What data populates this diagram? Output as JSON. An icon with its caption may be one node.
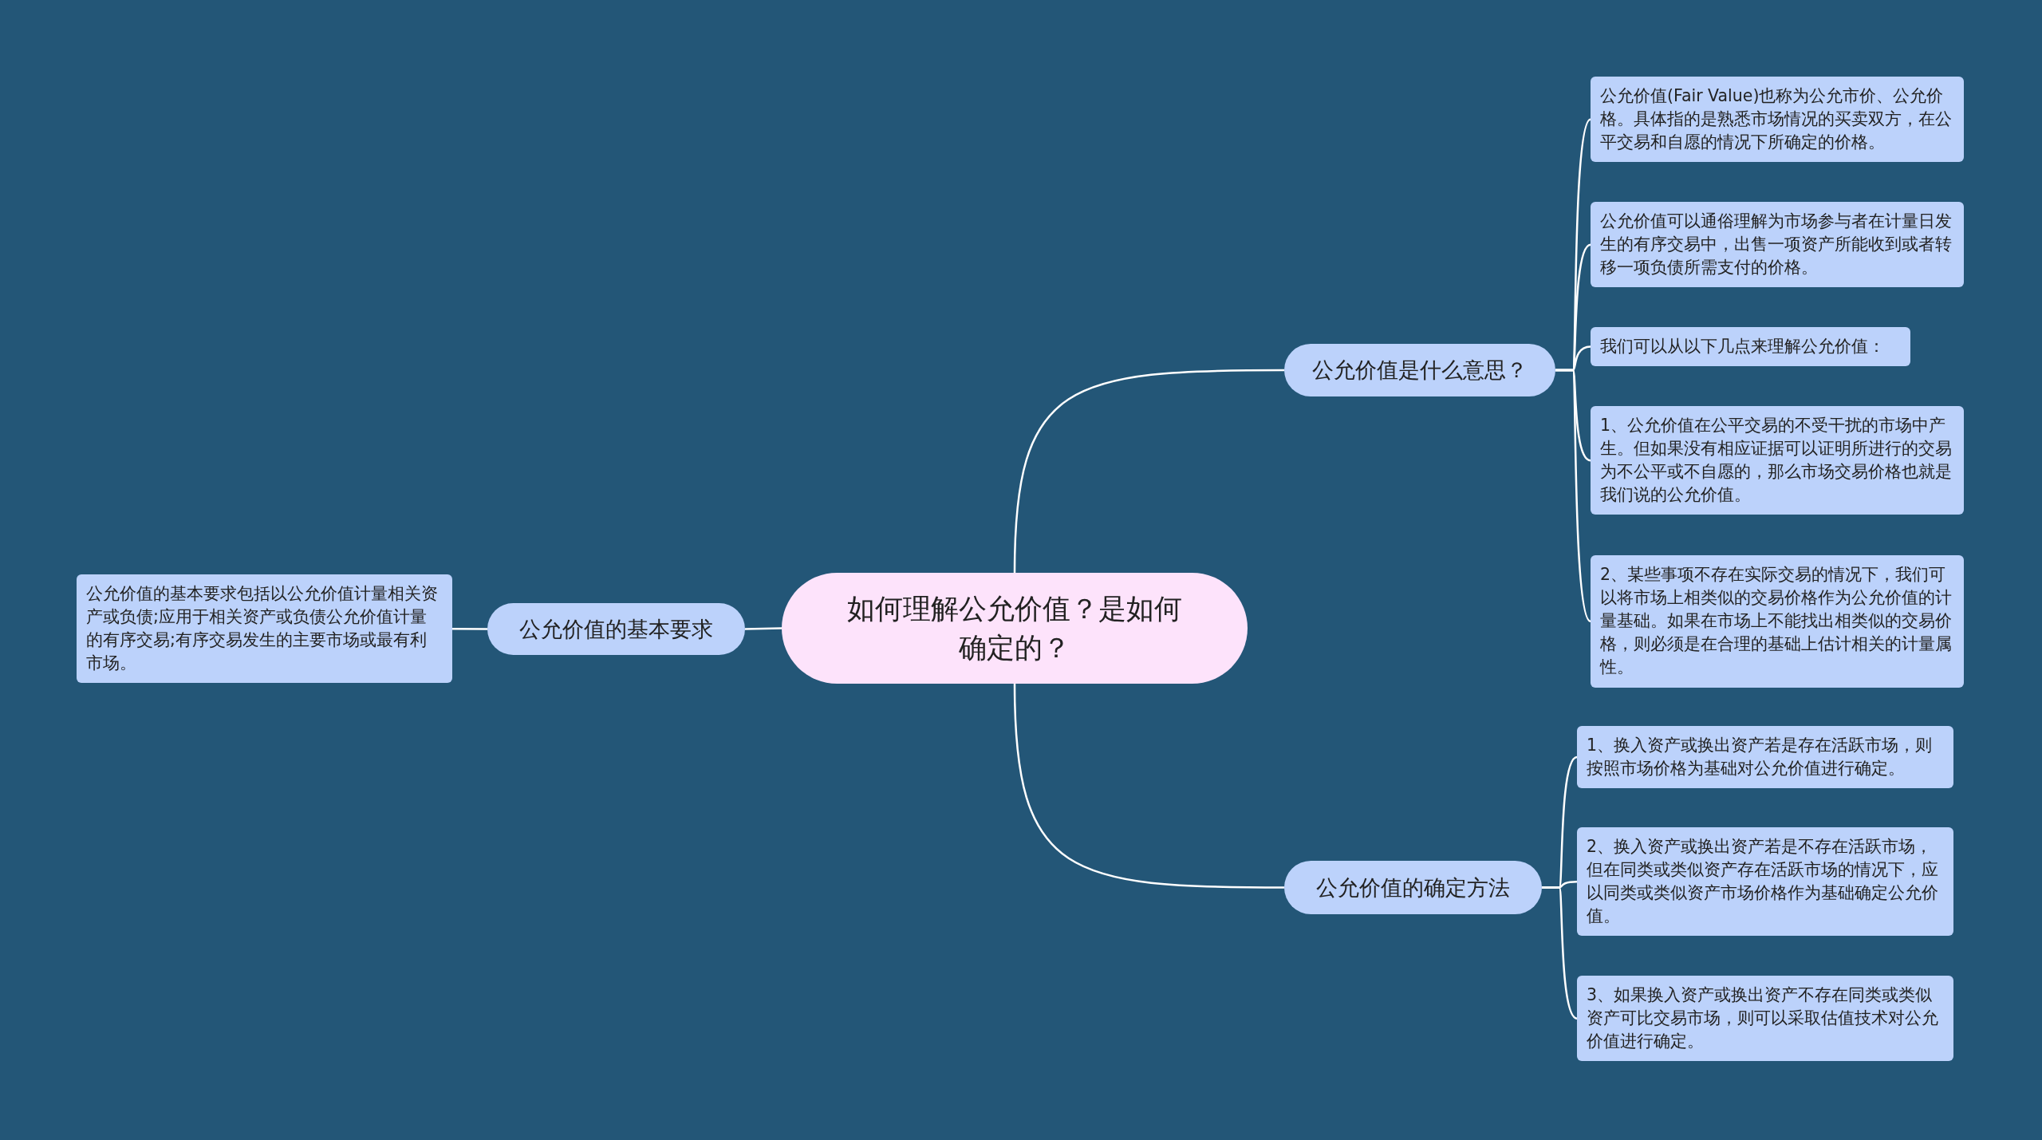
{
  "diagram": {
    "nodes": [
      {
        "text": [
          "如何理解公允价值？是如何确定的？"
        ]
      },
      {
        "text": [
          "公允价值是什么意思？"
        ]
      },
      {
        "text": [
          "公允价值(Fair Value)也称为公允市价、公允价格。具体指的是熟悉市场情况的买卖双方，在公平交易和自愿的情况下所确定的价格。"
        ]
      },
      {
        "text": [
          "公允价值可以通俗理解为市场参与者在计量日发生的有序交易中，出售一项资产所能收到或者转移一项负债所需支付的价格。"
        ]
      },
      {
        "text": [
          "我们可以从以下几点来理解公允价值："
        ]
      },
      {
        "text": [
          "1、公允价值在公平交易的不受干扰的市场中产生。但如果没有相应证据可以证明所进行的交易为不公平或不自愿的，那么市场交易价格也就是我们说的公允价值。"
        ]
      },
      {
        "text": [
          "2、某些事项不存在实际交易的情况下，我们可以将市场上相类似的交易价格作为公允价值的计量基础。如果在市场上不能找出相类似的交易价格，则必须是在合理的基础上估计相关的计量属性。"
        ]
      },
      {
        "text": [
          "公允价值的确定方法"
        ]
      },
      {
        "text": [
          "1、换入资产或换出资产若是存在活跃市场，则按照市场价格为基础对公允价值进行确定。"
        ]
      },
      {
        "text": [
          "2、换入资产或换出资产若是不存在活跃市场，但在同类或类似资产存在活跃市场的情况下，应以同类或类似资产市场价格作为基础确定公允价值。"
        ]
      },
      {
        "text": [
          "3、如果换入资产或换出资产不存在同类或类似资产可比交易市场，则可以采取估值技术对公允价值进行确定。"
        ]
      },
      {
        "text": [
          "公允价值的基本要求"
        ]
      },
      {
        "text": [
          "公允价值的基本要求包括以公允价值计量相关资产或负债;应用于相关资产或负债公允价值计量的有序交易;有序交易发生的主要市场或最有利市场。"
        ]
      }
    ],
    "edges": [
      {
        "from": 0,
        "to": 1,
        "arrow": "none"
      },
      {
        "from": 1,
        "to": 2,
        "arrow": "none"
      },
      {
        "from": 1,
        "to": 3,
        "arrow": "none"
      },
      {
        "from": 1,
        "to": 4,
        "arrow": "none"
      },
      {
        "from": 1,
        "to": 5,
        "arrow": "none"
      },
      {
        "from": 1,
        "to": 6,
        "arrow": "none"
      },
      {
        "from": 0,
        "to": 7,
        "arrow": "none"
      },
      {
        "from": 7,
        "to": 8,
        "arrow": "none"
      },
      {
        "from": 7,
        "to": 9,
        "arrow": "none"
      },
      {
        "from": 7,
        "to": 10,
        "arrow": "none"
      },
      {
        "from": 0,
        "to": 11,
        "arrow": "none"
      },
      {
        "from": 11,
        "to": 12,
        "arrow": "none"
      }
    ]
  }
}
